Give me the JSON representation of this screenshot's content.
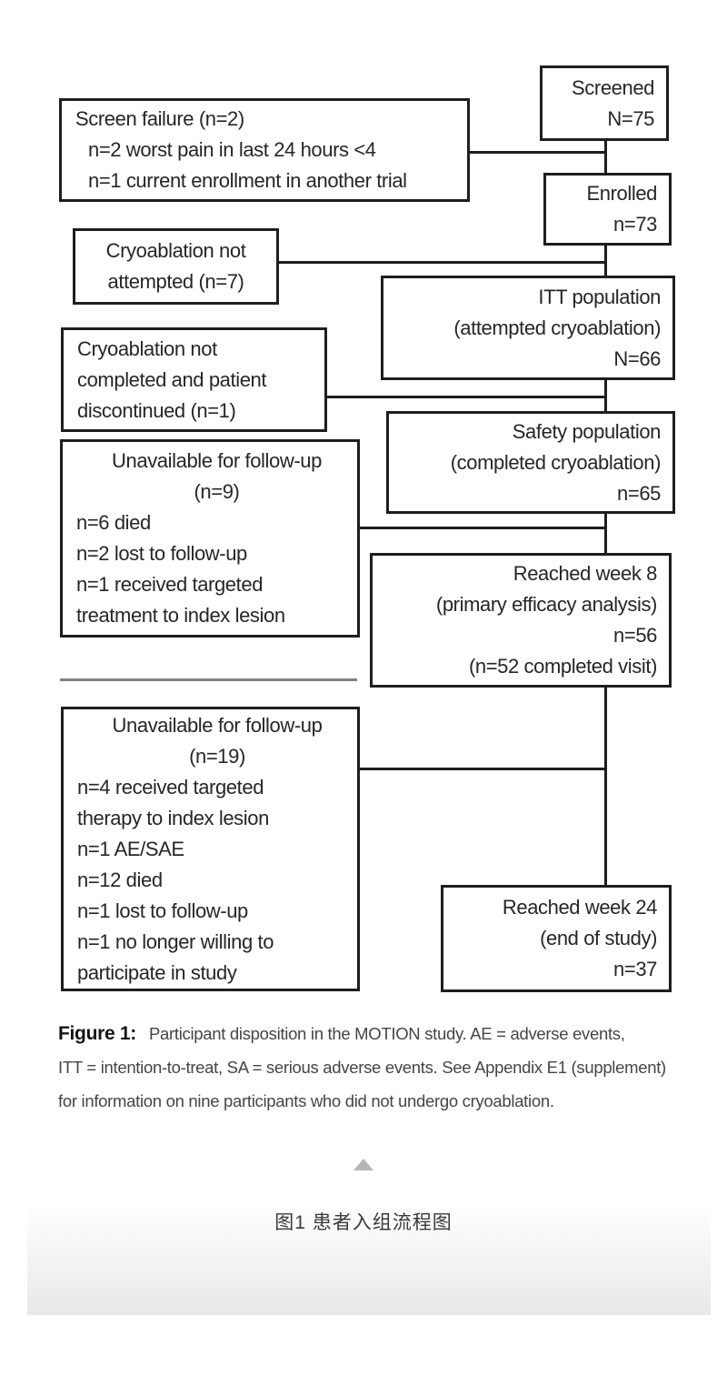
{
  "figure": {
    "boxes": {
      "screened": {
        "lines": [
          "Screened",
          "N=75"
        ]
      },
      "screen_failure": {
        "lines": [
          "Screen failure (n=2)",
          "n=2 worst pain in last 24 hours <4",
          "n=1 current enrollment in another trial"
        ]
      },
      "enrolled": {
        "lines": [
          "Enrolled",
          "n=73"
        ]
      },
      "cryo_not_attempted": {
        "lines": [
          "Cryoablation not",
          "attempted (n=7)"
        ]
      },
      "itt": {
        "lines": [
          "ITT population",
          "(attempted cryoablation)",
          "N=66"
        ]
      },
      "cryo_not_completed": {
        "lines": [
          "Cryoablation not",
          "completed and patient",
          "discontinued (n=1)"
        ]
      },
      "safety": {
        "lines": [
          "Safety population",
          "(completed cryoablation)",
          "n=65"
        ]
      },
      "unavailable_wk8": {
        "heading": [
          "Unavailable for follow-up",
          "(n=9)"
        ],
        "items": [
          "n=6 died",
          "n=2 lost to follow-up",
          "n=1 received targeted",
          "treatment to index lesion"
        ]
      },
      "week8": {
        "lines": [
          "Reached week 8",
          "(primary efficacy analysis)",
          "n=56",
          "(n=52 completed visit)"
        ]
      },
      "unavailable_wk24": {
        "heading": [
          "Unavailable for follow-up",
          "(n=19)"
        ],
        "items": [
          "n=4 received targeted",
          "therapy to index lesion",
          "n=1 AE/SAE",
          "n=12 died",
          "n=1 lost to follow-up",
          "n=1 no longer willing to",
          "participate in study"
        ]
      },
      "week24": {
        "lines": [
          "Reached week 24",
          "(end of study)",
          "n=37"
        ]
      }
    },
    "caption": {
      "label": "Figure 1:",
      "lines": [
        "Participant disposition in the MOTION study. AE = adverse events,",
        "ITT = intention-to-treat, SA = serious adverse events. See Appendix E1 (supplement)",
        "for information on nine participants who did not undergo cryoablation."
      ]
    }
  },
  "page": {
    "figure_title_zh": "图1 患者入组流程图",
    "collapse_icon": "collapse-up-triangle"
  },
  "colors": {
    "box_border": "#1e1e1e",
    "box_text": "#262626",
    "caption_text": "#454545",
    "separator": "#828282",
    "triangle": "#b5b5b5",
    "panel_gradient_end": "#e8e8e8"
  }
}
